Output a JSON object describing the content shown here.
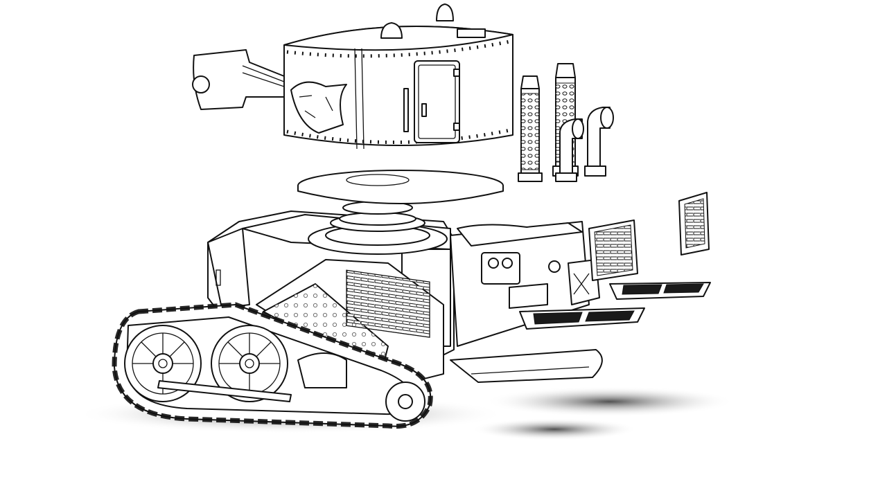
{
  "illustration": {
    "style": "black line art, exploded view",
    "colors": {
      "line": "#111111",
      "background": "#ffffff",
      "shadow": "#444444"
    },
    "parts": [
      "turret",
      "turret-gun",
      "turret-hatch",
      "panther-emblem",
      "turret-ring-disc",
      "gear-ring",
      "exhaust-pipes",
      "hull",
      "side-armor",
      "rear-engine-deck",
      "rear-grille",
      "side-grille",
      "step-plates",
      "tracks",
      "road-wheels",
      "ground-shadow"
    ]
  }
}
